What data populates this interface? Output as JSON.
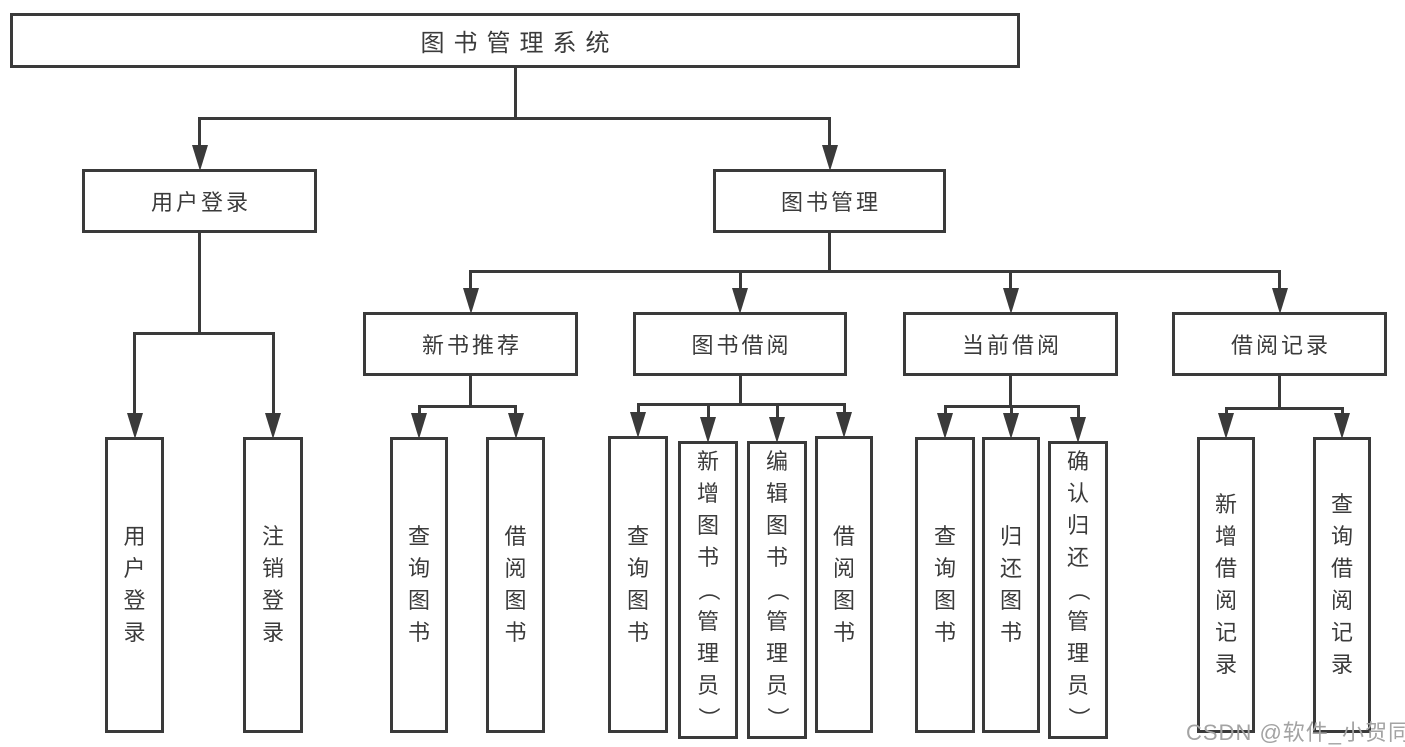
{
  "diagram": {
    "type": "hierarchy-diagram",
    "title": "图书管理系统",
    "colors": {
      "line": "#3a3a3a",
      "text": "#3b3b3b",
      "watermark": "#a3a3a3",
      "background": "#ffffff"
    },
    "watermark": "CSDN @软件_小贺同学",
    "tree": {
      "id": "root",
      "label": "图书管理系统",
      "children": [
        {
          "id": "login",
          "label": "用户登录",
          "children": [
            {
              "id": "login-do",
              "label": "用户登录",
              "vertical": true
            },
            {
              "id": "logout",
              "label": "注销登录",
              "vertical": true
            }
          ]
        },
        {
          "id": "mgmt",
          "label": "图书管理",
          "children": [
            {
              "id": "rec",
              "label": "新书推荐",
              "children": [
                {
                  "id": "rec-query",
                  "label": "查询图书",
                  "vertical": true
                },
                {
                  "id": "rec-borrow",
                  "label": "借阅图书",
                  "vertical": true
                }
              ]
            },
            {
              "id": "bor",
              "label": "图书借阅",
              "children": [
                {
                  "id": "bor-query",
                  "label": "查询图书",
                  "vertical": true
                },
                {
                  "id": "bor-add",
                  "label": "新增图书（管理员）",
                  "vertical": true
                },
                {
                  "id": "bor-edit",
                  "label": "编辑图书（管理员）",
                  "vertical": true
                },
                {
                  "id": "bor-borrow",
                  "label": "借阅图书",
                  "vertical": true
                }
              ]
            },
            {
              "id": "cur",
              "label": "当前借阅",
              "children": [
                {
                  "id": "cur-query",
                  "label": "查询图书",
                  "vertical": true
                },
                {
                  "id": "cur-return",
                  "label": "归还图书",
                  "vertical": true
                },
                {
                  "id": "cur-confirm",
                  "label": "确认归还（管理员）",
                  "vertical": true
                }
              ]
            },
            {
              "id": "record",
              "label": "借阅记录",
              "children": [
                {
                  "id": "rd-add",
                  "label": "新增借阅记录",
                  "vertical": true
                },
                {
                  "id": "rd-query",
                  "label": "查询借阅记录",
                  "vertical": true
                }
              ]
            }
          ]
        }
      ]
    }
  }
}
